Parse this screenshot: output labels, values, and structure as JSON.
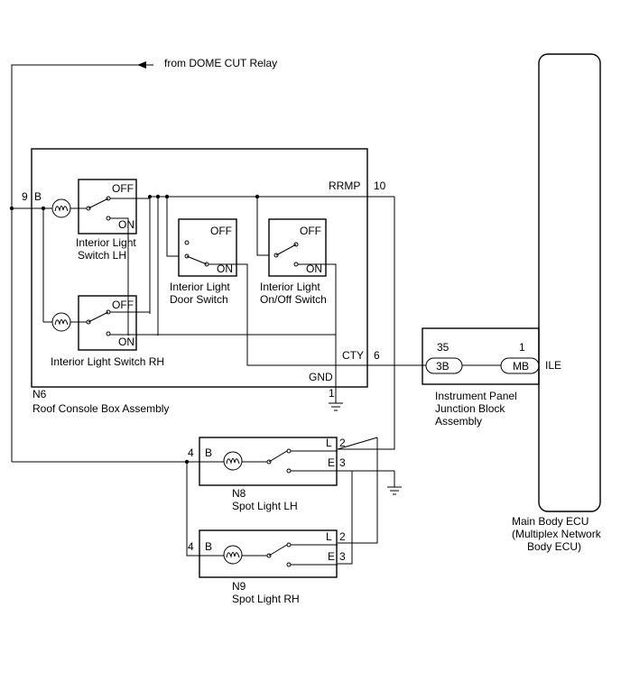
{
  "relay_label": "from DOME CUT Relay",
  "roof_console": {
    "connector": "N6",
    "name": "Roof Console Box Assembly",
    "pin_b_num": "9",
    "pin_b": "B",
    "rrmp": "RRMP",
    "rrmp_num": "10",
    "cty": "CTY",
    "cty_num": "6",
    "gnd": "GND",
    "gnd_num": "1",
    "switch_lh": {
      "off": "OFF",
      "on": "ON",
      "name_line1": "Interior Light",
      "name_line2": "Switch LH"
    },
    "switch_rh": {
      "off": "OFF",
      "on": "ON",
      "name": "Interior Light Switch RH"
    },
    "door_switch": {
      "off": "OFF",
      "on": "ON",
      "name_line1": "Interior Light",
      "name_line2": "Door Switch"
    },
    "onoff_switch": {
      "off": "OFF",
      "on": "ON",
      "name_line1": "Interior Light",
      "name_line2": "On/Off Switch"
    }
  },
  "junction_block": {
    "pin1_num": "35",
    "pin1": "3B",
    "pin2_num": "1",
    "pin2": "MB",
    "name_line1": "Instrument Panel",
    "name_line2": "Junction Block",
    "name_line3": "Assembly"
  },
  "ecu": {
    "pin": "ILE",
    "name_line1": "Main Body ECU",
    "name_line2": "(Multiplex Network",
    "name_line3": "Body ECU)"
  },
  "spot_lh": {
    "connector": "N8",
    "name": "Spot Light LH",
    "pin_b_num": "4",
    "pin_b": "B",
    "pin_l": "L",
    "pin_l_num": "2",
    "pin_e": "E",
    "pin_e_num": "3"
  },
  "spot_rh": {
    "connector": "N9",
    "name": "Spot Light RH",
    "pin_b_num": "4",
    "pin_b": "B",
    "pin_l": "L",
    "pin_l_num": "2",
    "pin_e": "E",
    "pin_e_num": "3"
  }
}
